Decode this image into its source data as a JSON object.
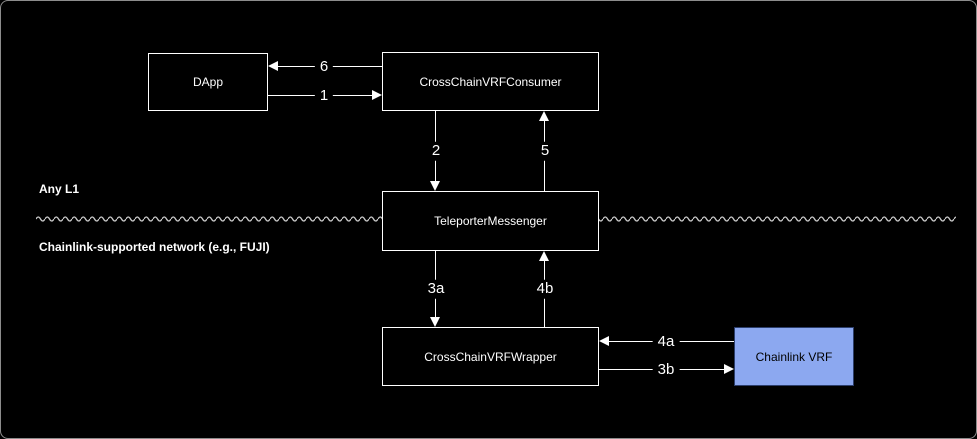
{
  "regions": {
    "top": {
      "label": "Any L1"
    },
    "bottom": {
      "label": "Chainlink-supported network (e.g., FUJI)"
    }
  },
  "nodes": [
    {
      "id": "dapp",
      "label": "DApp"
    },
    {
      "id": "consumer",
      "label": "CrossChainVRFConsumer"
    },
    {
      "id": "messenger",
      "label": "TeleporterMessenger"
    },
    {
      "id": "wrapper",
      "label": "CrossChainVRFWrapper"
    },
    {
      "id": "chainlink-vrf",
      "label": "Chainlink VRF"
    }
  ],
  "edges": [
    {
      "label": "6",
      "from": "CrossChainVRFConsumer",
      "to": "DApp",
      "direction": "left"
    },
    {
      "label": "1",
      "from": "DApp",
      "to": "CrossChainVRFConsumer",
      "direction": "right"
    },
    {
      "label": "2",
      "from": "CrossChainVRFConsumer",
      "to": "TeleporterMessenger",
      "direction": "down"
    },
    {
      "label": "5",
      "from": "TeleporterMessenger",
      "to": "CrossChainVRFConsumer",
      "direction": "up"
    },
    {
      "label": "3a",
      "from": "TeleporterMessenger",
      "to": "CrossChainVRFWrapper",
      "direction": "down"
    },
    {
      "label": "4b",
      "from": "CrossChainVRFWrapper",
      "to": "TeleporterMessenger",
      "direction": "up"
    },
    {
      "label": "4a",
      "from": "Chainlink VRF",
      "to": "CrossChainVRFWrapper",
      "direction": "left"
    },
    {
      "label": "3b",
      "from": "CrossChainVRFWrapper",
      "to": "Chainlink VRF",
      "direction": "right"
    }
  ],
  "colors": {
    "background": "#000000",
    "node_fill": "#000000",
    "node_border": "#ffffff",
    "node_text": "#ffffff",
    "chainlink_node_fill": "#8CA8F0",
    "chainlink_node_border": "#2C3E6B",
    "chainlink_node_text": "#000000",
    "edge": "#ffffff",
    "separator": "#c9c9c9"
  }
}
